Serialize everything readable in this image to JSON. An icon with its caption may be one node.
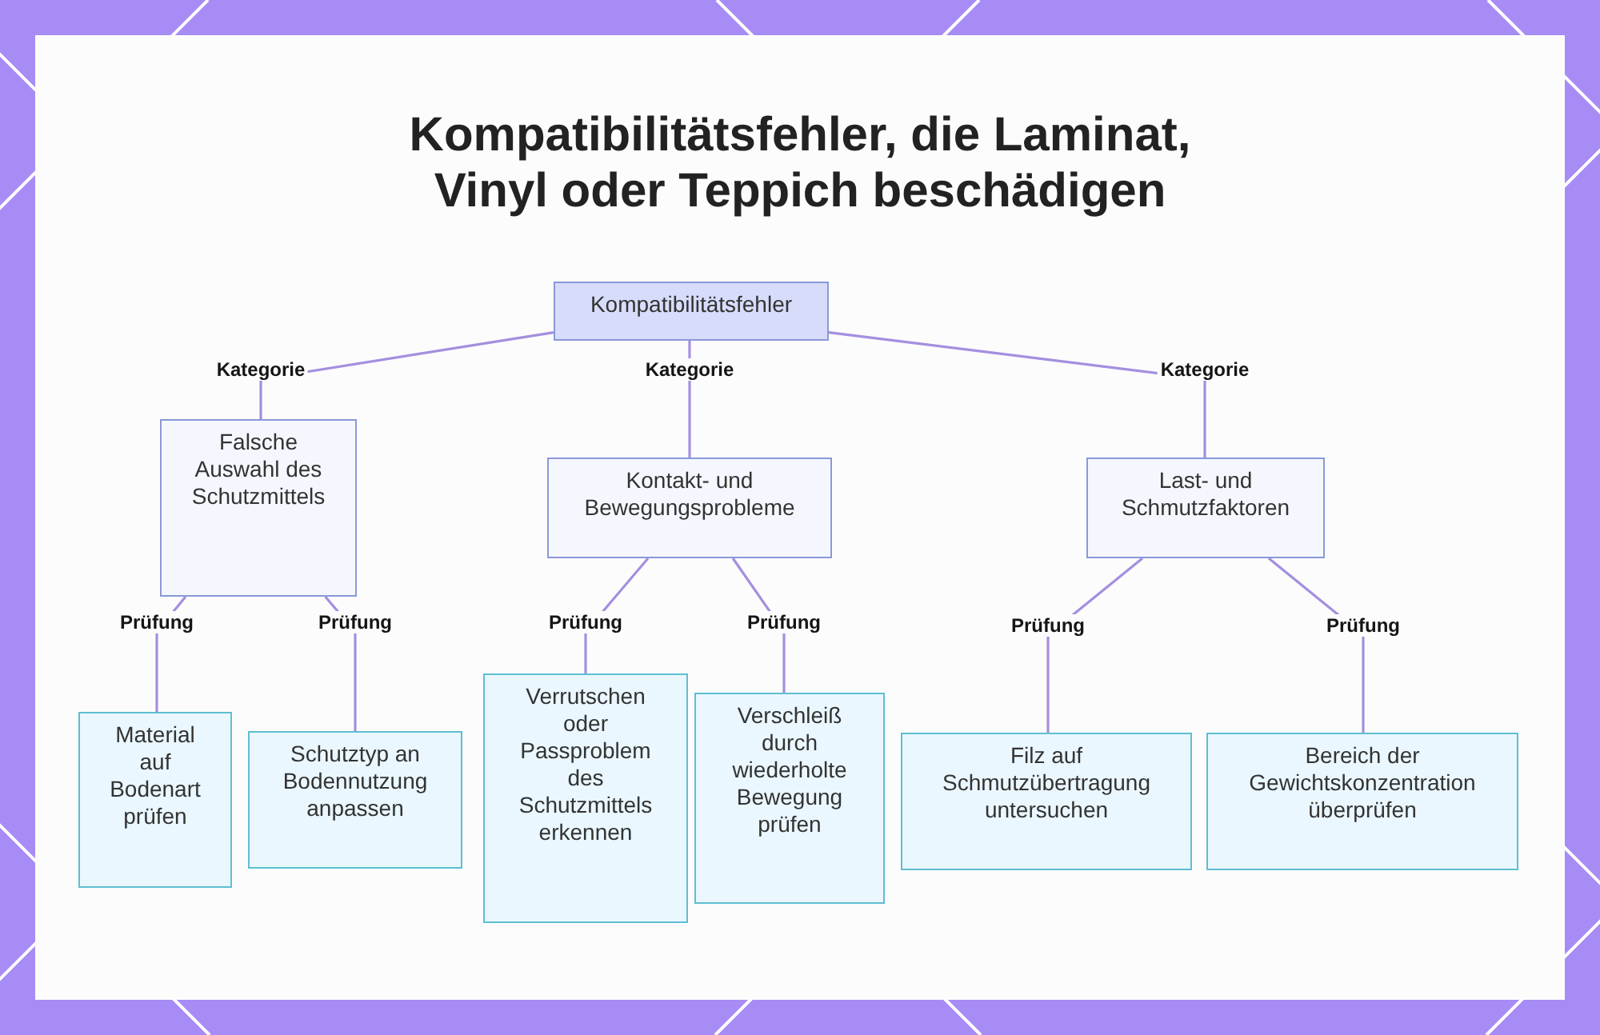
{
  "diagram": {
    "title": "Kompatibilitätsfehler, die Laminat, Vinyl oder Teppich beschädigen",
    "nodes": [
      {
        "text": [
          "Kompatibilitätsfehler"
        ]
      },
      {
        "text": [
          "Falsche Auswahl des Schutzmittels"
        ]
      },
      {
        "text": [
          "Kontakt- und Bewegungsprobleme"
        ]
      },
      {
        "text": [
          "Last- und Schmutzfaktoren"
        ]
      },
      {
        "text": [
          "Material auf Bodenart prüfen"
        ]
      },
      {
        "text": [
          "Schutztyp an Bodennutzung anpassen"
        ]
      },
      {
        "text": [
          "Verrutschen oder Passproblem des Schutzmittels erkennen"
        ]
      },
      {
        "text": [
          "Verschleiß durch wiederholte Bewegung prüfen"
        ]
      },
      {
        "text": [
          "Filz auf Schmutzübertragung untersuchen"
        ]
      },
      {
        "text": [
          "Bereich der Gewichtskonzentration überprüfen"
        ]
      }
    ],
    "edges": [
      {
        "from": 0,
        "to": 1,
        "arrow": "none",
        "label": "Kategorie"
      },
      {
        "from": 0,
        "to": 2,
        "arrow": "none",
        "label": "Kategorie"
      },
      {
        "from": 0,
        "to": 3,
        "arrow": "none",
        "label": "Kategorie"
      },
      {
        "from": 1,
        "to": 4,
        "arrow": "none",
        "label": "Prüfung"
      },
      {
        "from": 1,
        "to": 5,
        "arrow": "none",
        "label": "Prüfung"
      },
      {
        "from": 2,
        "to": 6,
        "arrow": "none",
        "label": "Prüfung"
      },
      {
        "from": 2,
        "to": 7,
        "arrow": "none",
        "label": "Prüfung"
      },
      {
        "from": 3,
        "to": 8,
        "arrow": "none",
        "label": "Prüfung"
      },
      {
        "from": 3,
        "to": 9,
        "arrow": "none",
        "label": "Prüfung"
      }
    ]
  }
}
